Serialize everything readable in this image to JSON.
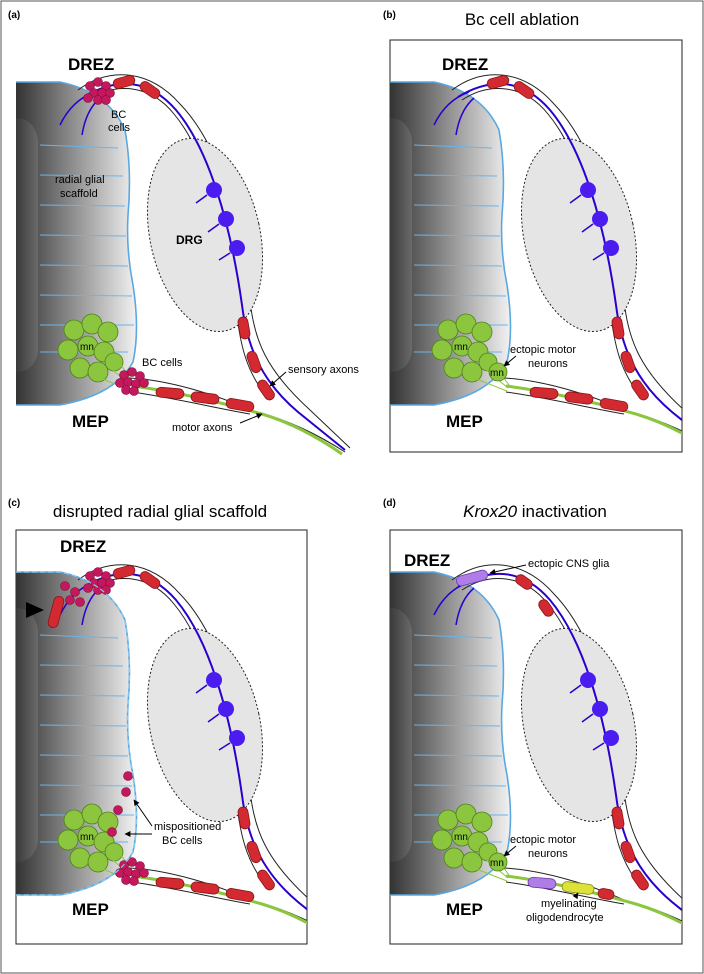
{
  "figure": {
    "panels": [
      {
        "label": "(a)",
        "title": "",
        "dorsal_zone": "DREZ",
        "ventral_zone": "MEP",
        "annotations": {
          "bc_dorsal_line1": "BC",
          "bc_dorsal_line2": "cells",
          "scaffold_line1": "radial glial",
          "scaffold_line2": "scaffold",
          "drg": "DRG",
          "mn": "mn",
          "bc_ventral": "BC cells",
          "sensory": "sensory axons",
          "motor": "motor axons"
        }
      },
      {
        "label": "(b)",
        "title": "Bc cell ablation",
        "dorsal_zone": "DREZ",
        "ventral_zone": "MEP",
        "annotations": {
          "mn": "mn",
          "mn_ectopic": "mn",
          "ectopic_line1": "ectopic motor",
          "ectopic_line2": "neurons"
        }
      },
      {
        "label": "(c)",
        "title": "disrupted radial glial scaffold",
        "dorsal_zone": "DREZ",
        "ventral_zone": "MEP",
        "annotations": {
          "mn": "mn",
          "mispositioned_line1": "mispositioned",
          "mispositioned_line2": "BC cells"
        }
      },
      {
        "label": "(d)",
        "title_italic": "Krox20",
        "title_rest": " inactivation",
        "dorsal_zone": "DREZ",
        "ventral_zone": "MEP",
        "annotations": {
          "cns_glia": "ectopic CNS glia",
          "mn": "mn",
          "mn_ectopic": "mn",
          "ectopic_line1": "ectopic motor",
          "ectopic_line2": "neurons",
          "oligo_line1": "myelinating",
          "oligo_line2": "oligodendrocyte"
        }
      }
    ]
  },
  "colors": {
    "axon_sensory": "#2b00cc",
    "axon_motor": "#8cc63f",
    "schwann": "#d22a30",
    "bc_cells": "#c4185c",
    "motor_neuron": "#8cc63f",
    "drg_soma": "#4a1cf0",
    "drg_fill": "#e5e5e5",
    "spinal_edge": "#5aa8e0",
    "cns_glia": "#b07de8",
    "oligodendrocyte": "#dde23a"
  }
}
